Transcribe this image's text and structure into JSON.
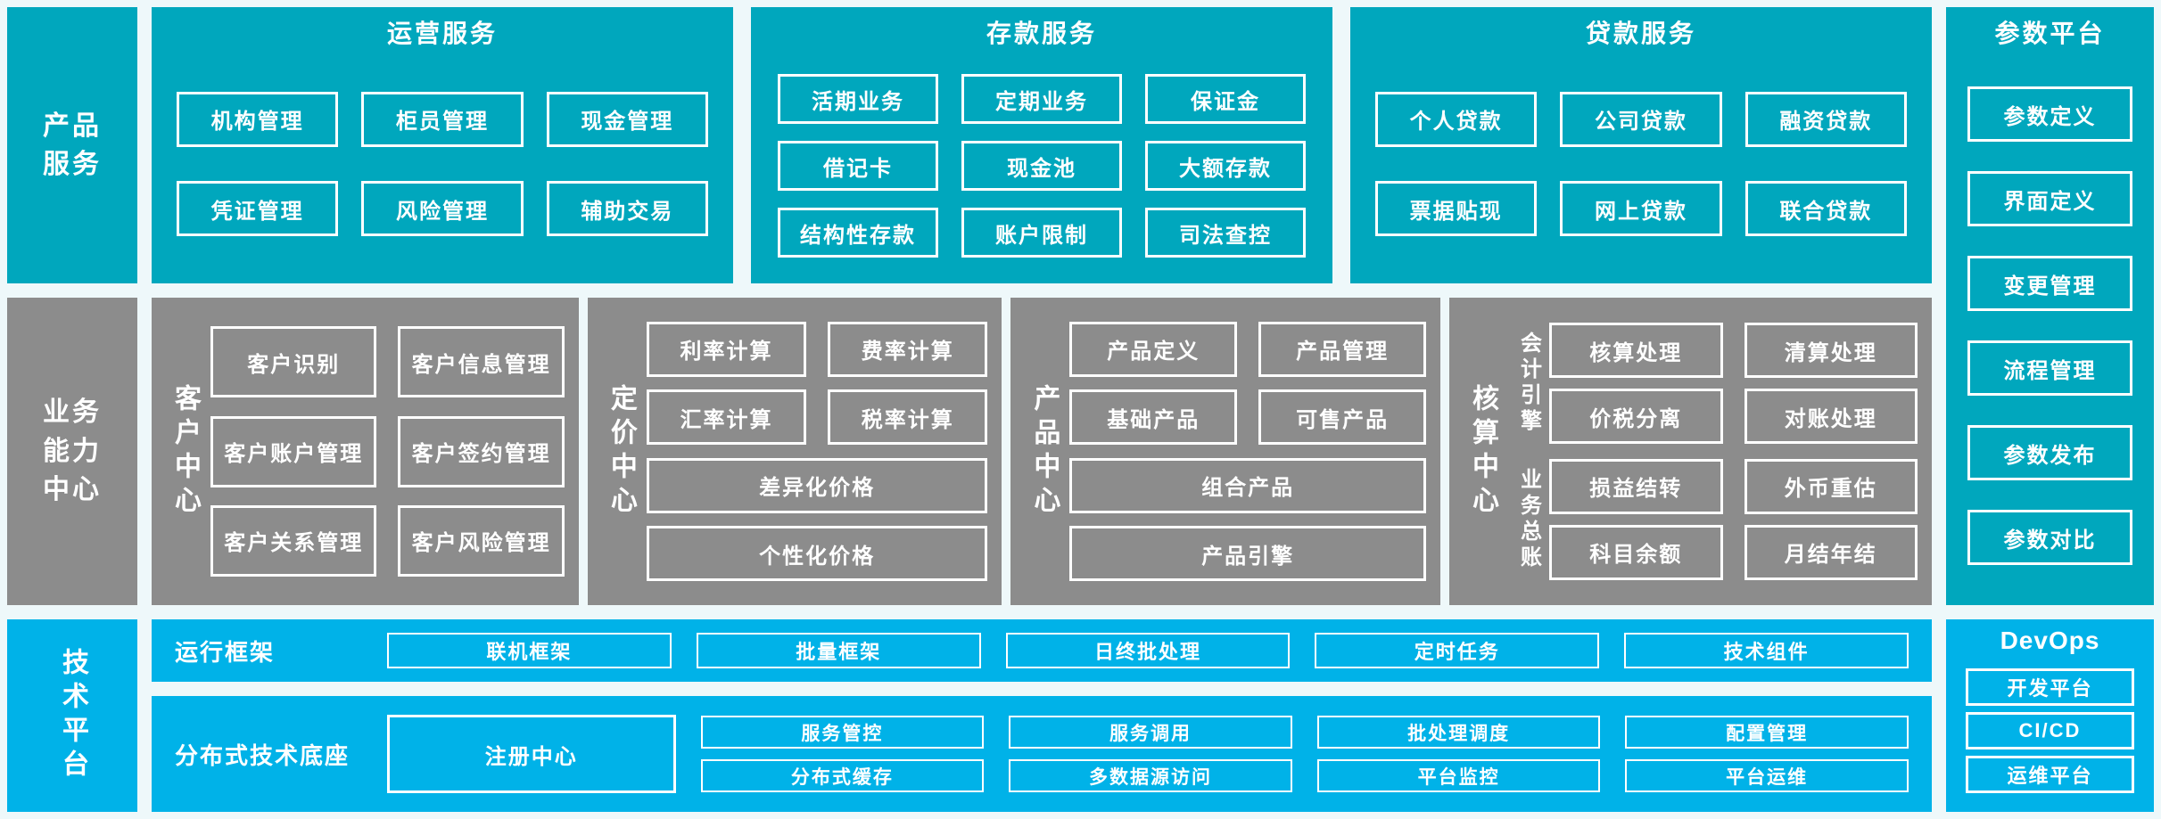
{
  "colors": {
    "teal": "#00a7bd",
    "gray": "#8c8c8c",
    "cyan": "#00b2e8",
    "background": "#eef8fa",
    "box_border": "#ffffff",
    "text": "#ffffff"
  },
  "left_labels": {
    "product_services": [
      "产品",
      "服务"
    ],
    "business_capability": [
      "业务",
      "能力",
      "中心"
    ],
    "tech_platform": "技术平台"
  },
  "top": {
    "operations": {
      "title": "运营服务",
      "boxes": [
        "机构管理",
        "柜员管理",
        "现金管理",
        "凭证管理",
        "风险管理",
        "辅助交易"
      ]
    },
    "deposit": {
      "title": "存款服务",
      "boxes": [
        "活期业务",
        "定期业务",
        "保证金",
        "借记卡",
        "现金池",
        "大额存款",
        "结构性存款",
        "账户限制",
        "司法查控"
      ]
    },
    "loan": {
      "title": "贷款服务",
      "boxes": [
        "个人贷款",
        "公司贷款",
        "融资贷款",
        "票据贴现",
        "网上贷款",
        "联合贷款"
      ]
    }
  },
  "parameter_platform": {
    "title": "参数平台",
    "boxes": [
      "参数定义",
      "界面定义",
      "变更管理",
      "流程管理",
      "参数发布",
      "参数对比"
    ]
  },
  "middle": {
    "customer": {
      "label": "客户中心",
      "boxes": [
        "客户识别",
        "客户信息管理",
        "客户账户管理",
        "客户签约管理",
        "客户关系管理",
        "客户风险管理"
      ]
    },
    "pricing": {
      "label": "定价中心",
      "boxes": [
        "利率计算",
        "费率计算",
        "汇率计算",
        "税率计算"
      ],
      "wide_boxes": [
        "差异化价格",
        "个性化价格"
      ]
    },
    "product": {
      "label": "产品中心",
      "boxes": [
        "产品定义",
        "产品管理",
        "基础产品",
        "可售产品"
      ],
      "wide_boxes": [
        "组合产品",
        "产品引擎"
      ]
    },
    "accounting": {
      "label": "核算中心",
      "groups": [
        {
          "label": "会计引擎",
          "boxes": [
            "核算处理",
            "清算处理",
            "价税分离",
            "对账处理"
          ]
        },
        {
          "label": "业务总账",
          "boxes": [
            "损益结转",
            "外币重估",
            "科目余额",
            "月结年结"
          ]
        }
      ]
    }
  },
  "bottom": {
    "runtime": {
      "label": "运行框架",
      "boxes": [
        "联机框架",
        "批量框架",
        "日终批处理",
        "定时任务",
        "技术组件"
      ]
    },
    "distributed": {
      "label": "分布式技术底座",
      "registry": "注册中心",
      "columns": [
        [
          "服务管控",
          "分布式缓存"
        ],
        [
          "服务调用",
          "多数据源访问"
        ],
        [
          "批处理调度",
          "平台监控"
        ],
        [
          "配置管理",
          "平台运维"
        ]
      ]
    },
    "devops": {
      "title": "DevOps",
      "boxes": [
        "开发平台",
        "CI/CD",
        "运维平台"
      ]
    }
  }
}
